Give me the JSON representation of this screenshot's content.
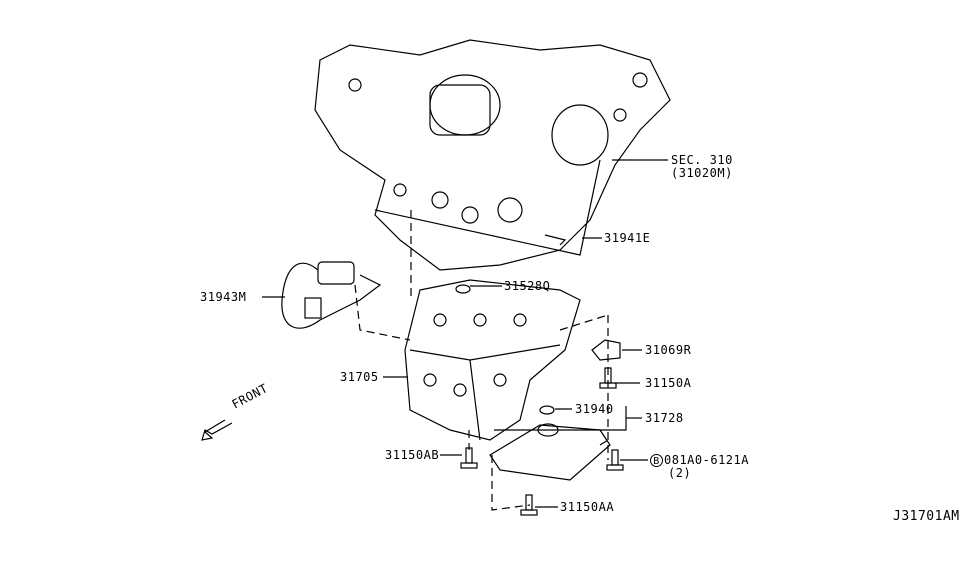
{
  "labels": {
    "sec310": "SEC. 310",
    "sec310_sub": "(31020M)",
    "p31941E": "31941E",
    "p31943M": "31943M",
    "p31528Q": "31528Q",
    "p31069R": "31069R",
    "p31150A": "31150A",
    "p31705": "31705",
    "p31940": "31940",
    "p31728": "31728",
    "p31150AB": "31150AB",
    "bolt_marker": "B",
    "bolt_part": "081A0-6121A",
    "bolt_qty": "(2)",
    "p31150AA": "31150AA",
    "front": "FRONT",
    "diagram_id": "J31701AM"
  },
  "colors": {
    "line": "#000000",
    "background": "#ffffff"
  }
}
